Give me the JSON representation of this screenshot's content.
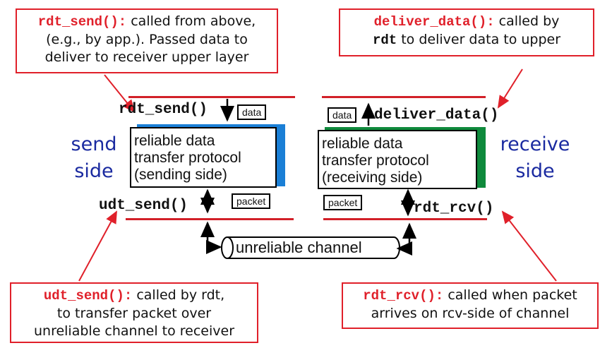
{
  "callouts": {
    "rdt_send": {
      "fn": "rdt_send():",
      "line1": " called from above,",
      "line2": "(e.g., by app.). Passed data to",
      "line3": "deliver to receiver upper layer"
    },
    "deliver_data": {
      "fn": "deliver_data():",
      "line1": " called by",
      "line2_fn": "rdt",
      "line2": " to deliver data to upper"
    },
    "udt_send": {
      "fn": "udt_send():",
      "line1": " called by rdt,",
      "line2": "to transfer packet over",
      "line3": "unreliable channel to receiver"
    },
    "rdt_rcv": {
      "fn": "rdt_rcv():",
      "line1": " called when packet",
      "line2": "arrives on rcv-side of channel"
    }
  },
  "sender": {
    "api_top": "rdt_send()",
    "api_bottom": "udt_send()",
    "data_tag": "data",
    "packet_tag": "packet",
    "box_lines": [
      "reliable data",
      "transfer protocol",
      "(sending side)"
    ],
    "side_lines": [
      "send",
      "side"
    ],
    "shadow_color": "#1a7fd6"
  },
  "receiver": {
    "api_top": "deliver_data()",
    "api_bottom": "rdt_rcv()",
    "data_tag": "data",
    "packet_tag": "packet",
    "box_lines": [
      "reliable data",
      "transfer protocol",
      "(receiving side)"
    ],
    "side_lines": [
      "receive",
      "side"
    ],
    "shadow_color": "#0f8a3c"
  },
  "channel": {
    "label": "unreliable channel"
  }
}
